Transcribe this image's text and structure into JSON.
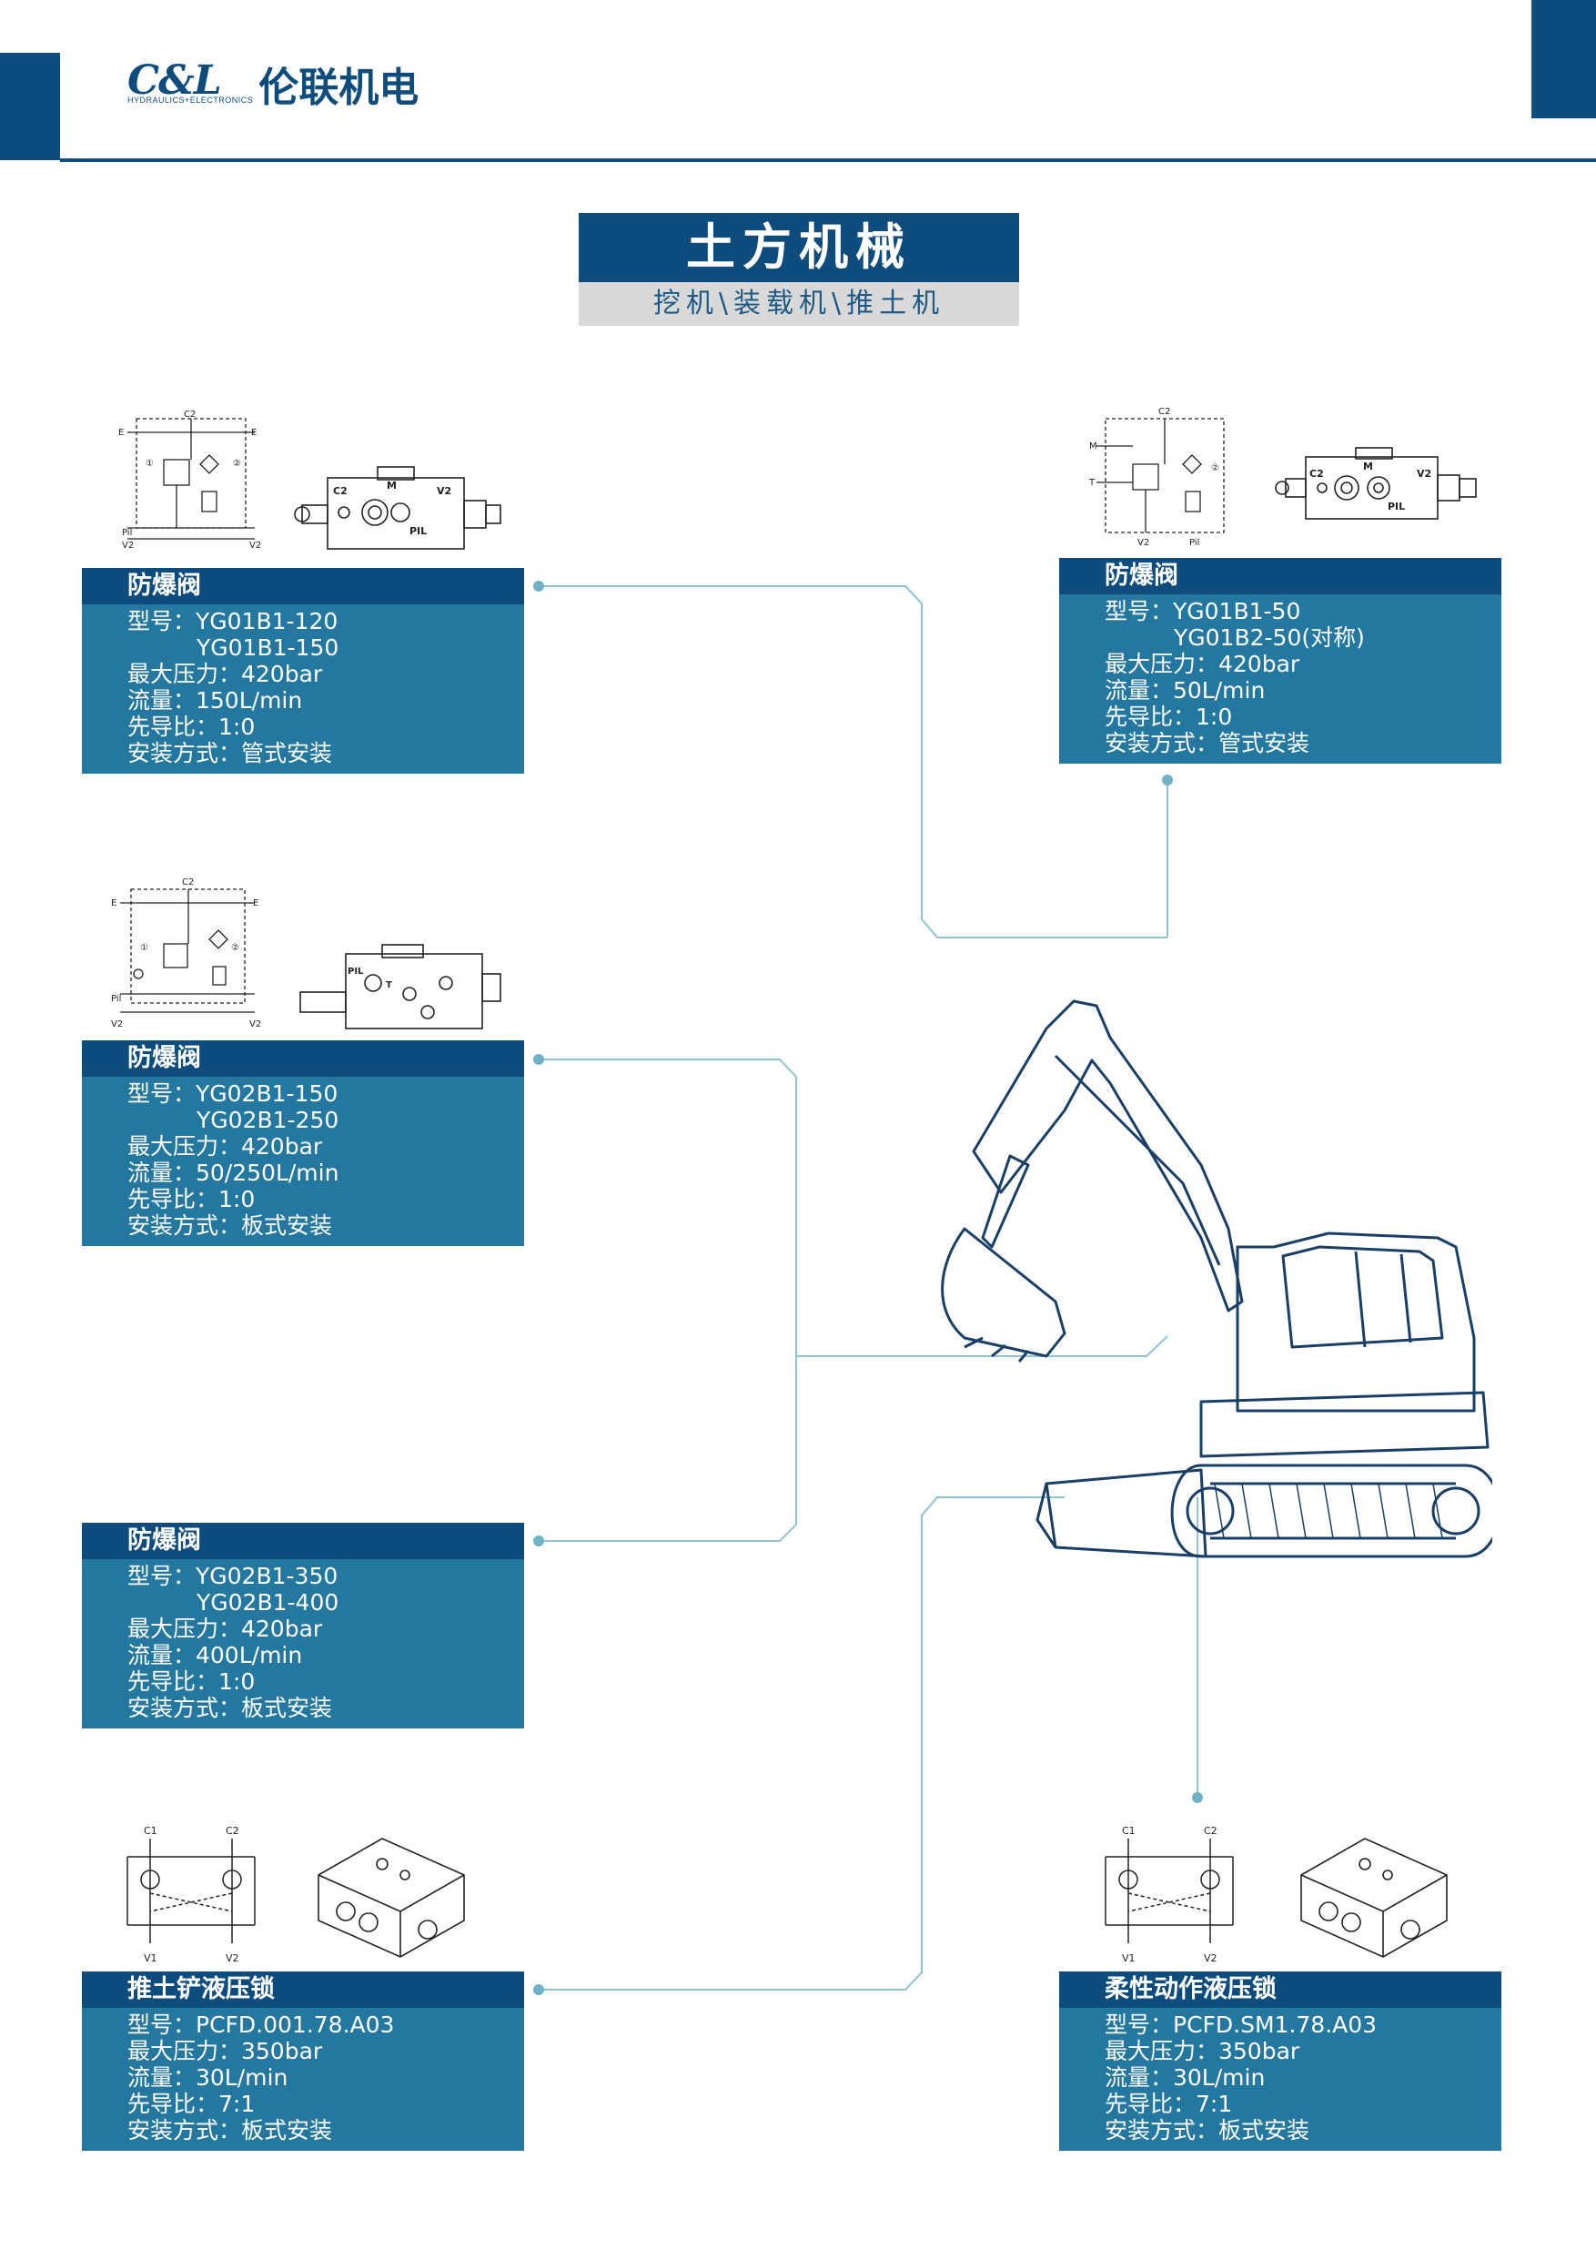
{
  "header": {
    "logo_mark": "C&L",
    "logo_sub": "HYDRAULICS+ELECTRONICS",
    "logo_cn": "伦联机电"
  },
  "title": "土方机械",
  "subtitle": "挖机\\装载机\\推土机",
  "cards": [
    {
      "name": "防爆阀",
      "lines": [
        "型号：YG01B1-120",
        "YG01B1-150",
        "最大压力：420bar",
        "流量：150L/min",
        "先导比：1:0",
        "安装方式：管式安装"
      ]
    },
    {
      "name": "防爆阀",
      "lines": [
        "型号：YG01B1-50",
        "YG01B2-50(对称)",
        "最大压力：420bar",
        "流量：50L/min",
        "先导比：1:0",
        "安装方式：管式安装"
      ]
    },
    {
      "name": "防爆阀",
      "lines": [
        "型号：YG02B1-150",
        "YG02B1-250",
        "最大压力：420bar",
        "流量：50/250L/min",
        "先导比：1:0",
        "安装方式：板式安装"
      ]
    },
    {
      "name": "防爆阀",
      "lines": [
        "型号：YG02B1-350",
        "YG02B1-400",
        "最大压力：420bar",
        "流量：400L/min",
        "先导比：1:0",
        "安装方式：板式安装"
      ]
    },
    {
      "name": "推土铲液压锁",
      "lines": [
        "型号：PCFD.001.78.A03",
        "最大压力：350bar",
        "流量：30L/min",
        "先导比：7:1",
        "安装方式：板式安装"
      ]
    },
    {
      "name": "柔性动作液压锁",
      "lines": [
        "型号：PCFD.SM1.78.A03",
        "最大压力：350bar",
        "流量：30L/min",
        "先导比：7:1",
        "安装方式：板式安装"
      ]
    }
  ],
  "diagram_labels": {
    "c1": "C1",
    "c2": "C2",
    "v1": "V1",
    "v2": "V2",
    "e": "E",
    "m": "M",
    "t": "T",
    "pil": "PIL",
    "pil_short": "Pil",
    "circle1": "①",
    "circle2": "②"
  },
  "colors": {
    "brand_dark": "#0d4c7c",
    "card_body": "#24789f",
    "connector": "#8fc3d4",
    "subtitle_bg": "#d9d9d9"
  }
}
